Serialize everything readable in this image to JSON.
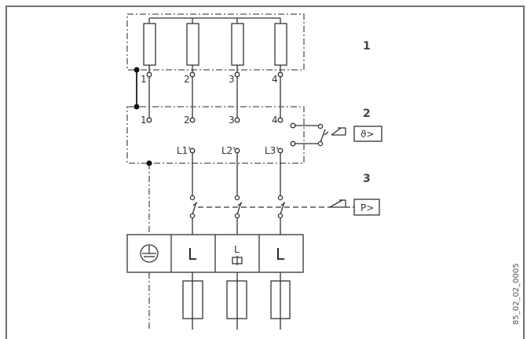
{
  "diagram": {
    "type": "wiring-diagram",
    "callouts": [
      {
        "id": "1",
        "label": "1",
        "meaning": "heating elements"
      },
      {
        "id": "2",
        "label": "2",
        "meaning": "temperature limiter"
      },
      {
        "id": "3",
        "label": "3",
        "meaning": "pressure switch"
      }
    ],
    "heater_terminals": [
      "1",
      "2",
      "3",
      "4"
    ],
    "limiter_terminals_top": [
      "1",
      "2",
      "3",
      "4"
    ],
    "limiter_terminals_bottom": [
      "L1'",
      "L2'",
      "L3'"
    ],
    "symbols": {
      "temperature_box": "ϑ>",
      "pressure_box": "P>"
    },
    "terminal_block": [
      "PE",
      "L",
      "L",
      "L"
    ],
    "terminal_block_labels": {
      "pe": "⏚",
      "l1": "L",
      "l2": "L",
      "l3": "L"
    },
    "drawing_code": "85_02_02_0005"
  }
}
